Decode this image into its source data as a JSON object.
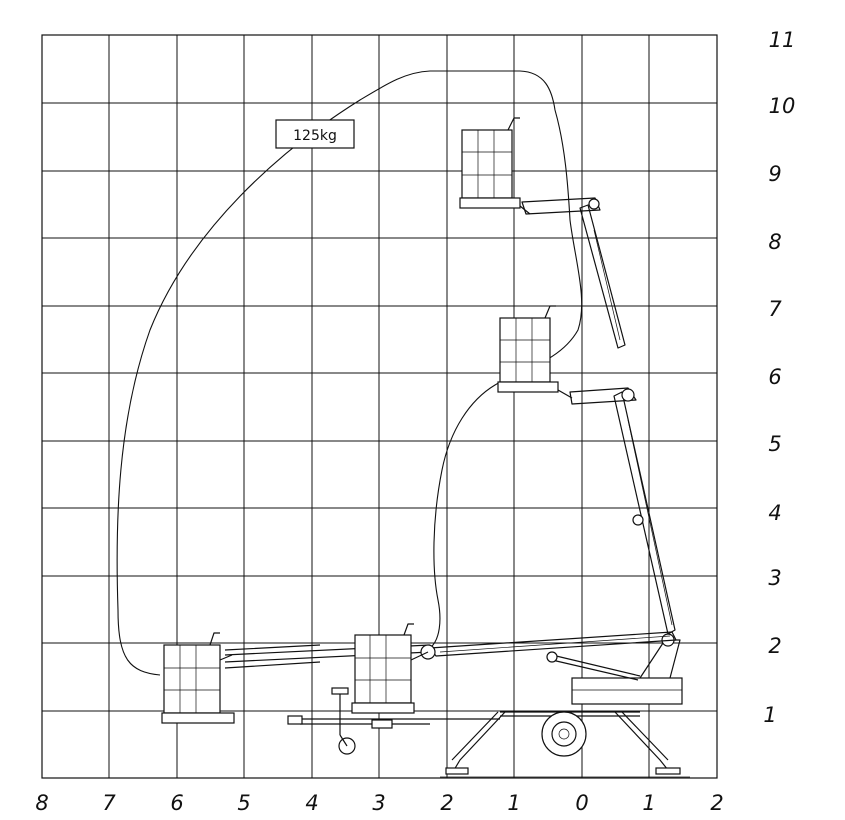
{
  "load_label": "125kg",
  "axis": {
    "x_ticks": [
      "8",
      "7",
      "6",
      "5",
      "4",
      "3",
      "2",
      "1",
      "0",
      "1",
      "2"
    ],
    "y_ticks": [
      "1",
      "2",
      "3",
      "4",
      "5",
      "6",
      "7",
      "8",
      "9",
      "10",
      "11"
    ]
  }
}
